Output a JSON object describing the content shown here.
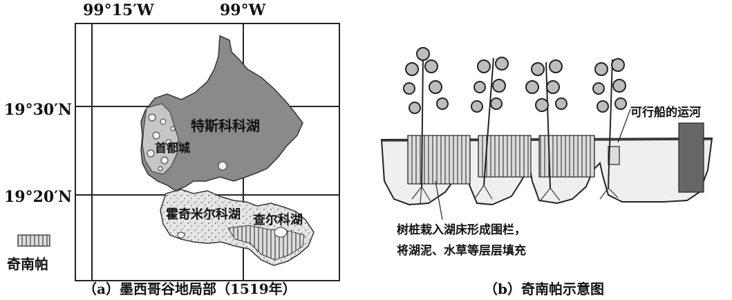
{
  "map": {
    "lon_left": "99°15′W",
    "lon_right": "99°W",
    "lat_top": "19°30′N",
    "lat_bottom": "19°20′N",
    "lake_texcoco": "特斯科科湖",
    "city_label": "首都城",
    "lake_xochimilco": "霍奇米尔科湖",
    "lake_chalco": "查尔科湖",
    "legend_label": "奇南帕",
    "caption": "（a）墨西哥谷地局部（1519年）"
  },
  "diagram": {
    "canal_label": "可行船的运河",
    "note_line1": "树桩栽入湖床形成围栏，",
    "note_line2": "将湖泥、水草等层层填充",
    "caption": "（b）奇南帕示意图"
  },
  "colors": {
    "lake_fill": "#8a8a8a",
    "chinampa_fill": "#d8d8d8",
    "grid": "#222222"
  }
}
